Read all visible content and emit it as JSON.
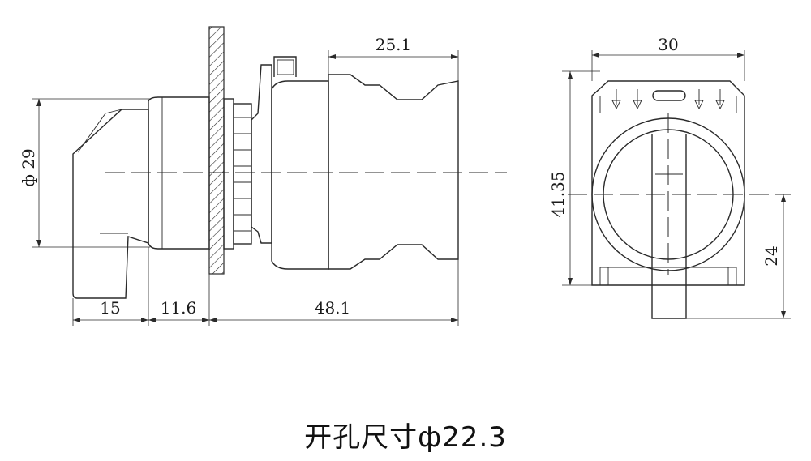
{
  "dimensions": {
    "top_depth": "25.1",
    "diameter": "ф 29",
    "front_len": "15",
    "flange_len": "11.6",
    "body_len": "48.1",
    "width": "30",
    "height": "41.35",
    "center_height": "24"
  },
  "caption": "开孔尺寸ф22.3"
}
